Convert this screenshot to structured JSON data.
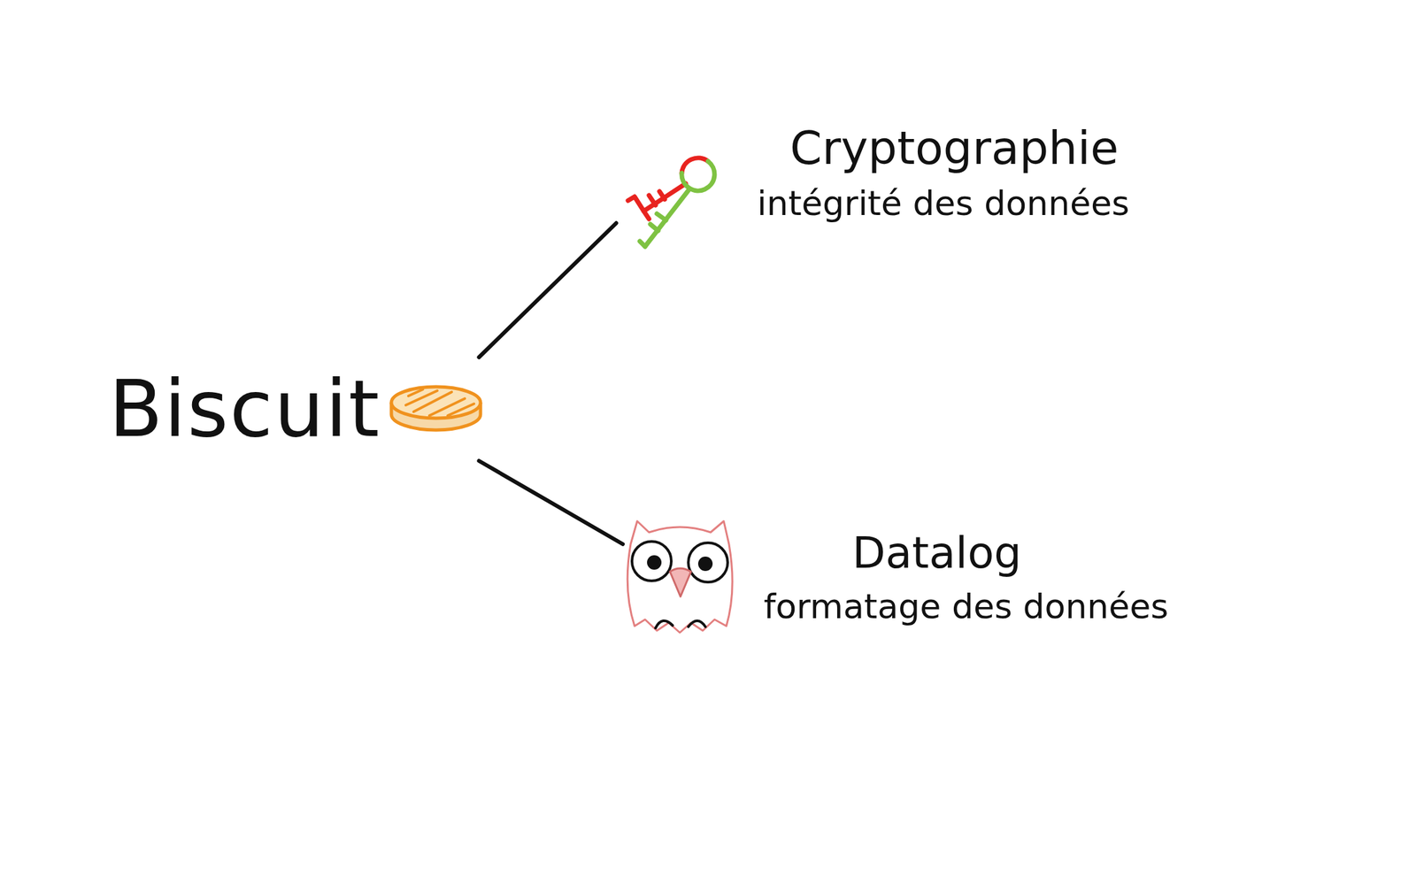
{
  "diagram": {
    "nodes": [
      {
        "text": [
          "Biscuit"
        ]
      },
      {
        "text": [
          "Cryptographie",
          "intégrité des données"
        ]
      },
      {
        "text": [
          "Datalog",
          "formatage des données"
        ]
      }
    ],
    "edges": [
      {
        "from": 0,
        "to": 1,
        "arrow": "none"
      },
      {
        "from": 0,
        "to": 2,
        "arrow": "none"
      }
    ]
  }
}
